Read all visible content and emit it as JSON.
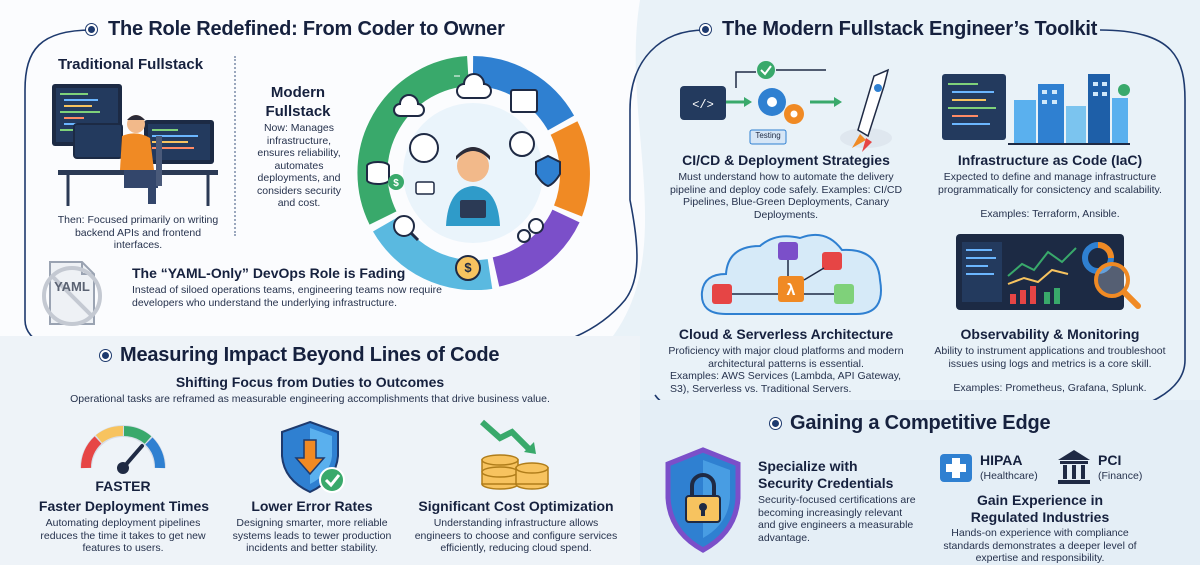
{
  "role": {
    "title": "The Role Redefined: From Coder to Owner",
    "traditional": {
      "heading": "Traditional Fullstack",
      "caption": "Then: Focused primarily on writing backend APIs and frontend interfaces."
    },
    "modern": {
      "heading": "Modern Fullstack",
      "caption": "Now: Manages infrastructure, ensures reliability, automates deployments, and considers security and cost."
    },
    "yaml": {
      "icon_text": "YAML",
      "heading": "The “YAML-Only” DevOps Role is Fading",
      "body": "Instead of siloed operations teams, engineering teams now require developers who understand the underlying infrastructure."
    }
  },
  "impact": {
    "title": "Measuring Impact Beyond Lines of Code",
    "subtitle": "Shifting Focus from Duties to Outcomes",
    "intro": "Operational tasks are reframed as measurable engineering accomplishments that drive business value.",
    "items": [
      {
        "gauge_text": "FASTER",
        "heading": "Faster Deployment Times",
        "body": "Automating deployment pipelines reduces the time it takes to get new features to users."
      },
      {
        "heading": "Lower Error Rates",
        "body": "Designing smarter, more reliable systems leads to tewer production incidents and better stability."
      },
      {
        "heading": "Significant Cost Optimization",
        "body": "Understanding infrastructure allows engineers to choose and configure services efficiently, reducing cloud spend."
      }
    ]
  },
  "toolkit": {
    "title": "The Modern Fullstack Engineer’s Toolkit",
    "items": [
      {
        "heading": "CI/CD & Deployment Strategies",
        "body": "Must understand how to automate the delivery pipeline and deploy code safely. Examples: CI/CD Pipelines, Blue-Green Deployments, Canary Deployments.",
        "badge": "Testing"
      },
      {
        "heading": "Infrastructure as Code (IaC)",
        "body": "Expected to define and manage infrastructure programmatically for consictency and scalability.",
        "examples": "Examples: Terraform, Ansible."
      },
      {
        "heading": "Cloud & Serverless Architecture",
        "body": "Proficiency with major cloud platforms and modern architectural patterns is essential.",
        "examples": "Examples: AWS Services (Lambda, API Gateway, S3), Serverless vs. Traditional Servers."
      },
      {
        "heading": "Observability & Monitoring",
        "body": "Ability to instrument applications and troubleshoot issues using logs and metrics is a core skill.",
        "examples": "Examples: Prometheus, Grafana, Splunk."
      }
    ]
  },
  "edge": {
    "title": "Gaining a Competitive Edge",
    "security": {
      "heading": "Specialize with Security Credentials",
      "body": "Security-focused certifications are becoming increasingly relevant and give engineers a measurable advantage."
    },
    "regulated": {
      "hipaa": "HIPAA",
      "hipaa_sub": "(Healthcare)",
      "pci": "PCI",
      "pci_sub": "(Finance)",
      "heading": "Gain Experience in Regulated Industries",
      "body": "Hands-on experience with compliance standards demonstrates a deeper level of expertise and responsibility."
    }
  },
  "colors": {
    "navy": "#16213e",
    "connector": "#1e3a6e",
    "accent_blue": "#2f80d1",
    "accent_green": "#39a96b",
    "accent_orange": "#f08a24",
    "accent_purple": "#7b4fc9",
    "gold": "#e8b230"
  }
}
